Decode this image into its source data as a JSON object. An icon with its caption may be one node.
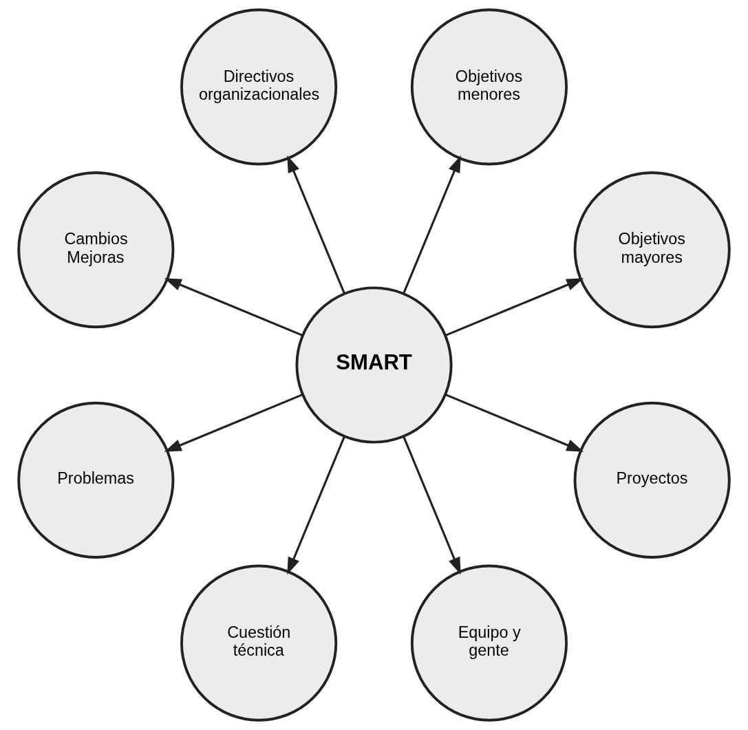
{
  "diagram": {
    "nodes": [
      {
        "text": [
          "SMART"
        ]
      },
      {
        "text": [
          "Objetivos mayores"
        ]
      },
      {
        "text": [
          "Objetivos menores"
        ]
      },
      {
        "text": [
          "Directivos organizacionales"
        ]
      },
      {
        "text": [
          "Cambios Mejoras"
        ]
      },
      {
        "text": [
          "Problemas"
        ]
      },
      {
        "text": [
          "Cuestión técnica"
        ]
      },
      {
        "text": [
          "Equipo y gente"
        ]
      },
      {
        "text": [
          "Proyectos"
        ]
      }
    ],
    "edges": [
      {
        "from": 0,
        "to": 1,
        "arrow": "to"
      },
      {
        "from": 0,
        "to": 2,
        "arrow": "to"
      },
      {
        "from": 0,
        "to": 3,
        "arrow": "to"
      },
      {
        "from": 0,
        "to": 4,
        "arrow": "to"
      },
      {
        "from": 0,
        "to": 5,
        "arrow": "to"
      },
      {
        "from": 0,
        "to": 6,
        "arrow": "to"
      },
      {
        "from": 0,
        "to": 7,
        "arrow": "to"
      },
      {
        "from": 0,
        "to": 8,
        "arrow": "to"
      }
    ]
  }
}
